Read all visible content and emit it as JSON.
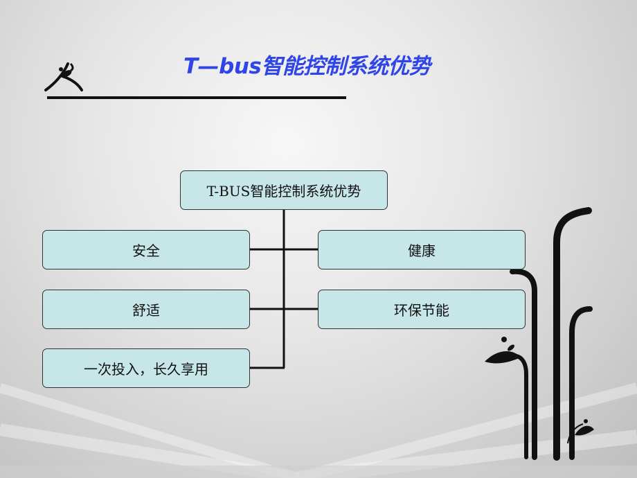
{
  "slide": {
    "title": "T—bus智能控制系统优势"
  },
  "diagram": {
    "root": "T-BUS智能控制系统优势",
    "left_nodes": [
      "安全",
      "舒适",
      "一次投入，长久享用"
    ],
    "right_nodes": [
      "健康",
      "环保节能"
    ]
  },
  "colors": {
    "title": "#2f45e8",
    "node_fill": "#c7e6e8",
    "node_border": "#333333",
    "rule": "#111111"
  }
}
